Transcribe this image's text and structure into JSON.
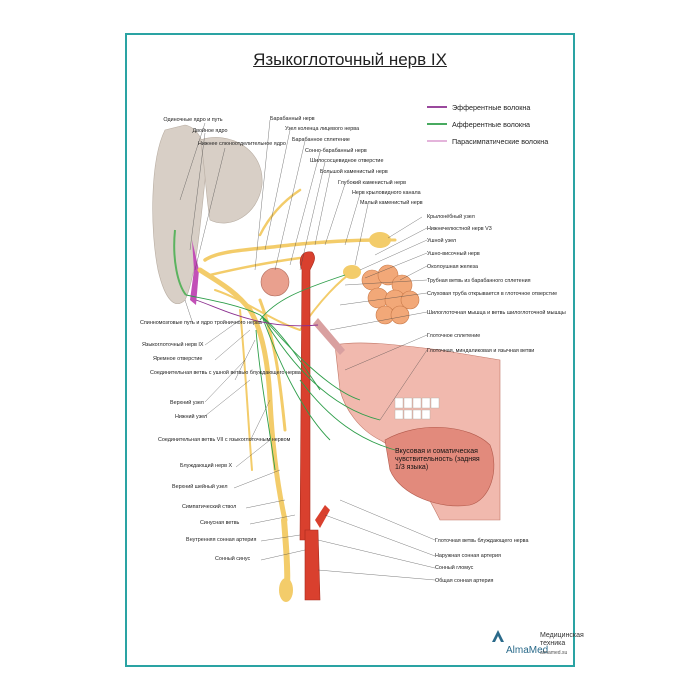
{
  "title": "Языкоглоточный нерв IX",
  "legend": [
    {
      "label": "Эфферентные волокна",
      "color": "#8b2f8f"
    },
    {
      "label": "Афферентные волокна",
      "color": "#2e9e4a"
    },
    {
      "label": "Парасимпатические волокна",
      "color": "#e0a9d6"
    }
  ],
  "labels_left": [
    "Одиночные ядро и путь",
    "Двойное ядро",
    "Нижнее слюноотделительное ядро",
    "Спинномозговые путь и ядро тройничного нерва",
    "Языкоглоточный нерв IX",
    "Яремное отверстие",
    "Соединительная ветвь с ушной ветвью блуждающего нерва",
    "Верхний узел",
    "Нижний узел",
    "Соединительная ветвь VII с языкоглоточным нервом",
    "Блуждающий нерв X",
    "Верхний шейный узел",
    "Симпатический ствол",
    "Синусная ветвь",
    "Внутренняя сонная артерия",
    "Сонный синус"
  ],
  "labels_top": [
    "Барабанный нерв",
    "Узел коленца лицевого нерва",
    "Барабанное сплетение",
    "Сонно-барабанный нерв",
    "Шилососцевидное отверстие",
    "Большой каменистый нерв",
    "Глубокий каменистый нерв",
    "Нерв крыловидного канала",
    "Малый каменистый нерв"
  ],
  "labels_right": [
    "Крылонёбный узел",
    "Нижнечелюстной нерв V3",
    "Ушной узел",
    "Ушно-височный нерв",
    "Околоушная железа",
    "Трубная ветвь из барабанного сплетения",
    "Слуховая труба открывается в глоточное отверстие",
    "Шилоглоточная мышца и ветвь шилоглоточной мышцы",
    "Глоточное сплетение",
    "Глоточная, миндаликовая и язычная ветви"
  ],
  "labels_bottom": [
    "Глоточная ветвь блуждающего нерва",
    "Наружная сонная артерия",
    "Сонный гломус",
    "Общая сонная артерия"
  ],
  "inset_text": "Вкусовая и соматическая чувствительность (задняя 1/3 языка)",
  "brand": {
    "name": "AlmaMed",
    "company_line1": "Медицинская",
    "company_line2": "техника",
    "site": "almamed.su"
  },
  "colors": {
    "frame": "#2aa3a3",
    "nerve": "#f3cc6a",
    "artery": "#d9402e",
    "gland": "#f2a878",
    "tissue": "#e79a8c",
    "brain": "#d8cfc6"
  }
}
